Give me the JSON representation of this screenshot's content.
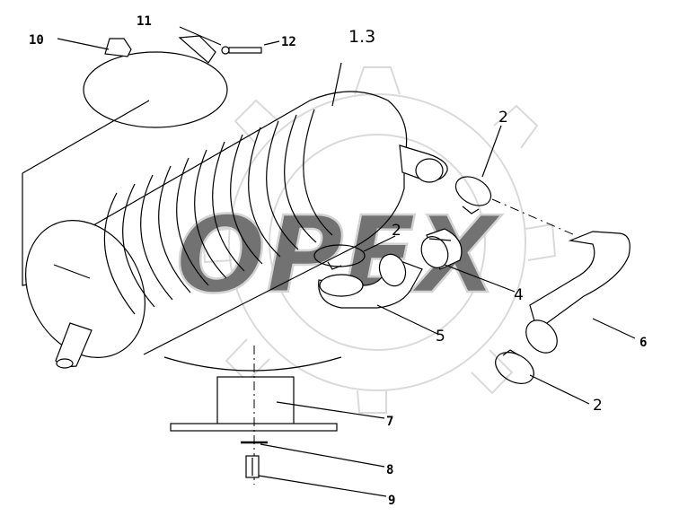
{
  "watermark": {
    "text": "OPEX",
    "color": "#c8c8c8"
  },
  "labels": {
    "p10": "10",
    "p11": "11",
    "p12": "12",
    "p13": "1.3",
    "p2a": "2",
    "p2b": "2",
    "p2c": "2",
    "p4": "4",
    "p5": "5",
    "p6": "6",
    "p7": "7",
    "p8": "8",
    "p9": "9"
  }
}
